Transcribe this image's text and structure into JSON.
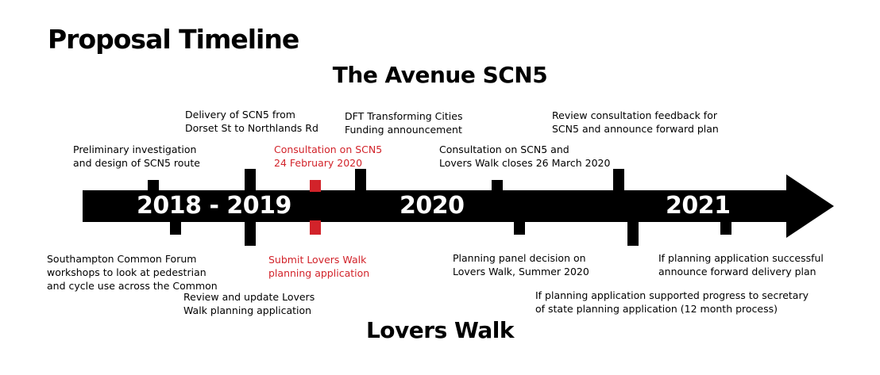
{
  "title": "Proposal Timeline",
  "subtitle_top": "The Avenue SCN5",
  "subtitle_bottom": "Lovers Walk",
  "years": [
    "2018 - 2019",
    "2020",
    "2021"
  ],
  "colors": {
    "primary": "#000000",
    "highlight": "#d2232a",
    "background": "#ffffff"
  },
  "events_above": [
    {
      "text": "Preliminary investigation\nand design of SCN5 route",
      "highlight": false
    },
    {
      "text": "Delivery of SCN5 from\nDorset St to Northlands Rd",
      "highlight": false
    },
    {
      "text": "Consultation on SCN5\n24 February 2020",
      "highlight": true
    },
    {
      "text": "DFT Transforming Cities\nFunding announcement",
      "highlight": false
    },
    {
      "text": "Consultation on SCN5 and\nLovers Walk closes 26 March 2020",
      "highlight": false
    },
    {
      "text": "Review consultation feedback for\nSCN5 and announce forward plan",
      "highlight": false
    }
  ],
  "events_below": [
    {
      "text": "Southampton Common Forum\nworkshops to look at pedestrian\nand cycle use across the Common",
      "highlight": false
    },
    {
      "text": "Review and update Lovers\nWalk planning application",
      "highlight": false
    },
    {
      "text": "Submit Lovers Walk\nplanning application",
      "highlight": true
    },
    {
      "text": "Planning panel decision on\nLovers Walk, Summer 2020",
      "highlight": false
    },
    {
      "text": "If planning application supported progress to secretary\nof state planning application (12 month process)",
      "highlight": false
    },
    {
      "text": "If planning application successful\nannounce forward delivery plan",
      "highlight": false
    }
  ]
}
